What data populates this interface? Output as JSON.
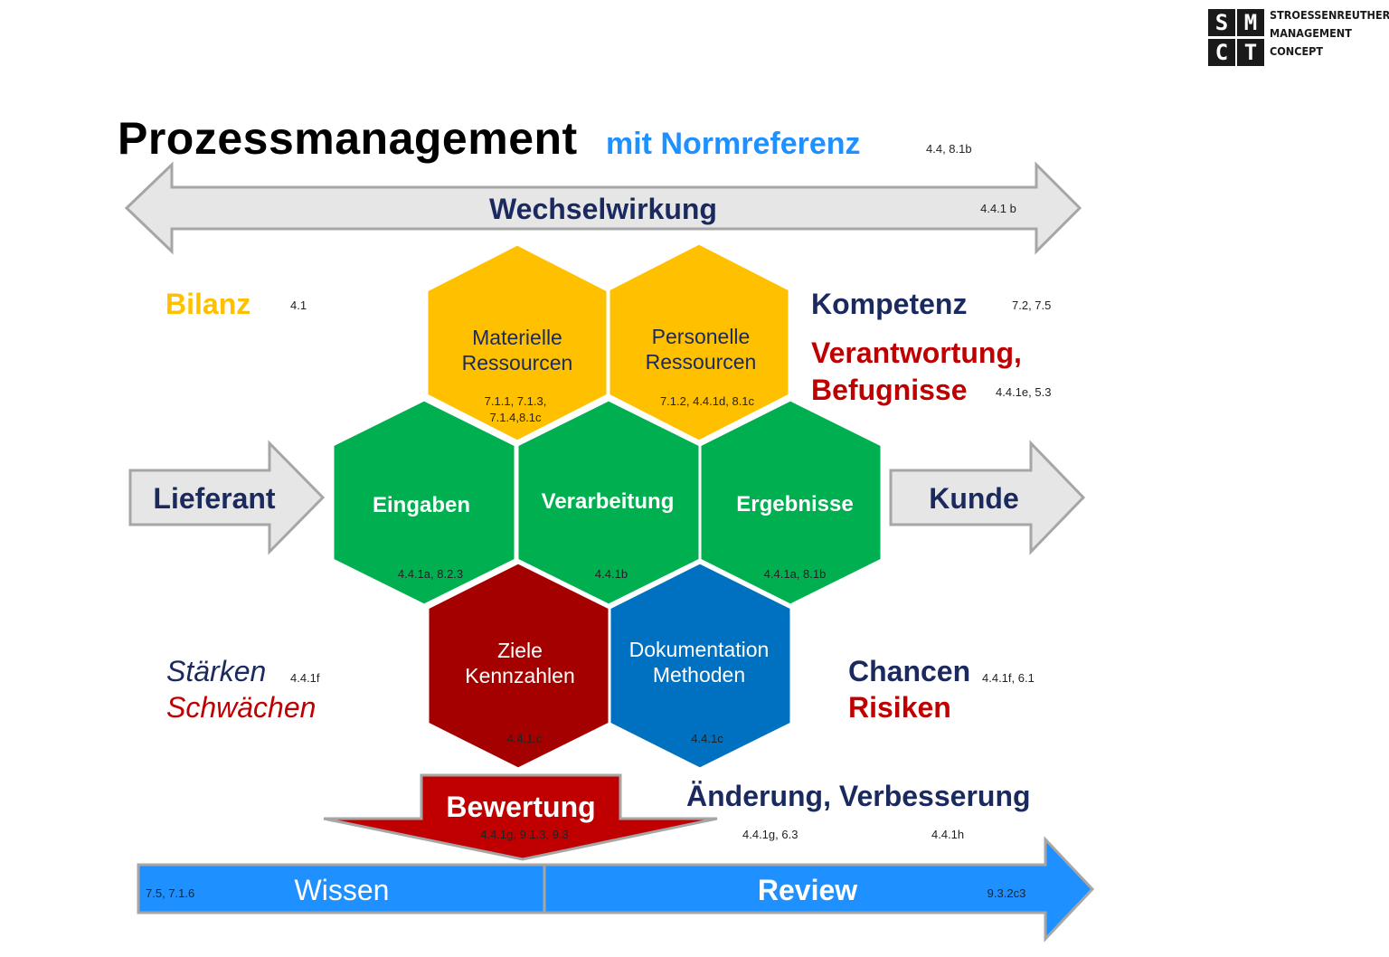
{
  "logo": {
    "letters": [
      "S",
      "M",
      "C",
      "T"
    ],
    "lines": [
      "STROESSENREUTHER",
      "MANAGEMENT",
      "CONCEPT"
    ]
  },
  "title": {
    "main": "Prozessmanagement",
    "sub": "mit Normreferenz",
    "ref": "4.4, 8.1b"
  },
  "wechselwirkung": {
    "label": "Wechselwirkung",
    "ref": "4.4.1 b"
  },
  "bilanz": {
    "label": "Bilanz",
    "ref": "4.1"
  },
  "kompetenz": {
    "label": "Kompetenz",
    "ref": "7.2, 7.5"
  },
  "verantwortung": {
    "line1": "Verantwortung,",
    "line2": "Befugnisse",
    "ref": "4.4.1e, 5.3"
  },
  "lieferant": {
    "label": "Lieferant"
  },
  "kunde": {
    "label": "Kunde"
  },
  "hexagons": {
    "materielle": {
      "line1": "Materielle",
      "line2": "Ressourcen",
      "ref1": "7.1.1, 7.1.3,",
      "ref2": "7.1.4,8.1c"
    },
    "personelle": {
      "line1": "Personelle",
      "line2": "Ressourcen",
      "ref": "7.1.2, 4.4.1d, 8.1c"
    },
    "eingaben": {
      "label": "Eingaben",
      "ref": "4.4.1a, 8.2.3"
    },
    "verarbeitung": {
      "label": "Verarbeitung",
      "ref": "4.4.1b"
    },
    "ergebnisse": {
      "label": "Ergebnisse",
      "ref": "4.4.1a, 8.1b"
    },
    "ziele": {
      "line1": "Ziele",
      "line2": "Kennzahlen",
      "ref": "4.4.1.c"
    },
    "dokumentation": {
      "line1": "Dokumentation",
      "line2": "Methoden",
      "ref": "4.4.1c"
    }
  },
  "staerken": {
    "line1": "Stärken",
    "line2": "Schwächen",
    "ref": "4.4.1f"
  },
  "chancen": {
    "line1": "Chancen",
    "line2": "Risiken",
    "ref": "4.4.1f, 6.1"
  },
  "bewertung": {
    "label": "Bewertung",
    "ref": "4.4.1g, 9.1.3, 9.3"
  },
  "aenderung": {
    "label": "Änderung, Verbesserung",
    "ref1": "4.4.1g, 6.3",
    "ref2": "4.4.1h"
  },
  "bottom_arrow": {
    "ref_left": "7.5, 7.1.6",
    "wissen": "Wissen",
    "review": "Review",
    "ref_right": "9.3.2c3"
  },
  "colors": {
    "yellow": "#FFC000",
    "green": "#00B050",
    "darkred": "#A50000",
    "blue": "#0070C0",
    "navy": "#1B2A5E",
    "red": "#C00000",
    "lightblue": "#1E90FF",
    "arrow_gray": "#E6E6E6"
  }
}
